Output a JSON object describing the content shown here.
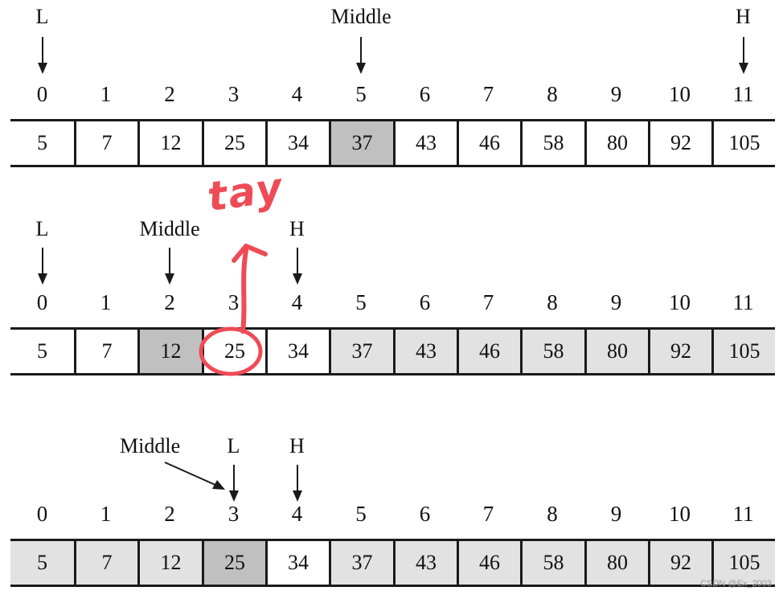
{
  "rows": [
    {
      "indices": [
        "0",
        "1",
        "2",
        "3",
        "4",
        "5",
        "6",
        "7",
        "8",
        "9",
        "10",
        "11"
      ],
      "values": [
        "5",
        "7",
        "12",
        "25",
        "34",
        "37",
        "43",
        "46",
        "58",
        "80",
        "92",
        "105"
      ],
      "shade": [
        "w",
        "w",
        "w",
        "w",
        "w",
        "d",
        "w",
        "w",
        "w",
        "w",
        "w",
        "w"
      ],
      "pointers": [
        {
          "text": "L",
          "index": 0
        },
        {
          "text": "Middle",
          "index": 5
        },
        {
          "text": "H",
          "index": 11
        }
      ]
    },
    {
      "indices": [
        "0",
        "1",
        "2",
        "3",
        "4",
        "5",
        "6",
        "7",
        "8",
        "9",
        "10",
        "11"
      ],
      "values": [
        "5",
        "7",
        "12",
        "25",
        "34",
        "37",
        "43",
        "46",
        "58",
        "80",
        "92",
        "105"
      ],
      "shade": [
        "w",
        "w",
        "d",
        "w",
        "w",
        "l",
        "l",
        "l",
        "l",
        "l",
        "l",
        "l"
      ],
      "pointers": [
        {
          "text": "L",
          "index": 0
        },
        {
          "text": "Middle",
          "index": 2
        },
        {
          "text": "H",
          "index": 4
        }
      ]
    },
    {
      "indices": [
        "0",
        "1",
        "2",
        "3",
        "4",
        "5",
        "6",
        "7",
        "8",
        "9",
        "10",
        "11"
      ],
      "values": [
        "5",
        "7",
        "12",
        "25",
        "34",
        "37",
        "43",
        "46",
        "58",
        "80",
        "92",
        "105"
      ],
      "shade": [
        "l",
        "l",
        "l",
        "d",
        "w",
        "l",
        "l",
        "l",
        "l",
        "l",
        "l",
        "l"
      ],
      "pointers": [
        {
          "text": "L",
          "index": 3
        },
        {
          "text": "H",
          "index": 4
        }
      ],
      "middle_label": "Middle"
    }
  ],
  "annotation": {
    "text": "tay",
    "color": "#ef4b56"
  },
  "colors": {
    "white": "#ffffff",
    "dark": "#c0c0c0",
    "light": "#e2e2e2",
    "border": "#1a1a1a"
  },
  "watermark": "CSDN @Ex_2003"
}
